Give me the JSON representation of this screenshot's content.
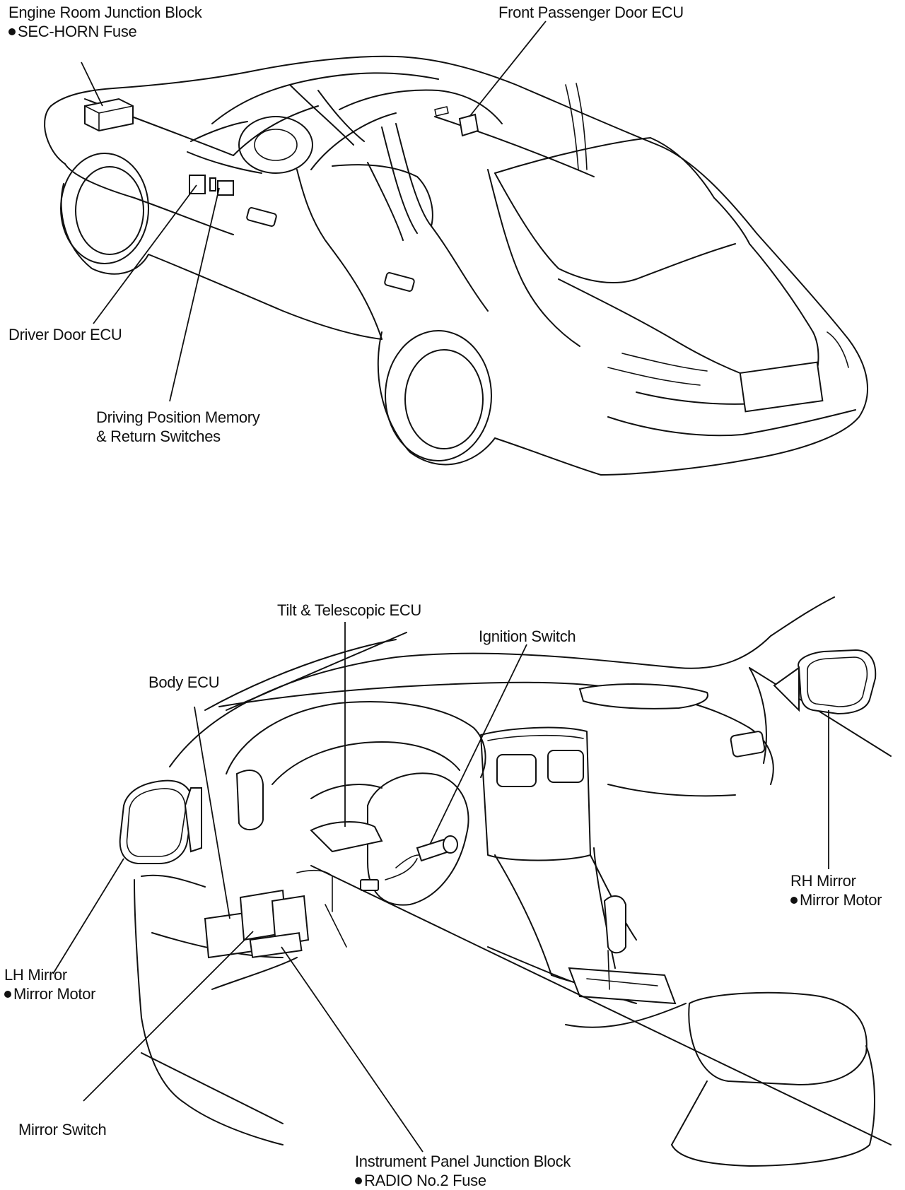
{
  "labels": {
    "engine_room_jb": {
      "title": "Engine Room Junction Block",
      "sub": "SEC-HORN Fuse"
    },
    "front_passenger_door_ecu": {
      "title": "Front Passenger Door ECU"
    },
    "driver_door_ecu": {
      "title": "Driver Door ECU"
    },
    "driving_position_memory": {
      "line1": "Driving Position Memory",
      "line2": "& Return Switches"
    },
    "tilt_telescopic_ecu": {
      "title": "Tilt & Telescopic ECU"
    },
    "ignition_switch": {
      "title": "Ignition Switch"
    },
    "body_ecu": {
      "title": "Body ECU"
    },
    "rh_mirror": {
      "title": "RH Mirror",
      "sub": "Mirror Motor"
    },
    "lh_mirror": {
      "title": "LH Mirror",
      "sub": "Mirror Motor"
    },
    "mirror_switch": {
      "title": "Mirror Switch"
    },
    "instrument_panel_jb": {
      "title": "Instrument Panel Junction Block",
      "sub": "RADIO No.2 Fuse"
    }
  }
}
